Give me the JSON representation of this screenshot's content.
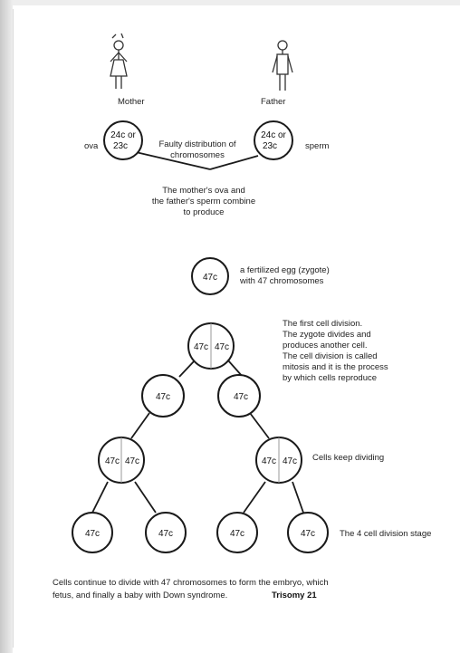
{
  "labels": {
    "mother": "Mother",
    "father": "Father",
    "mother_cell": [
      "24c or",
      "23c"
    ],
    "father_cell": [
      "24c or",
      "23c"
    ],
    "ova": "ova",
    "sperm": "sperm",
    "faulty": [
      "Faulty distribution of",
      "chromosomes"
    ],
    "combine": [
      "The mother's ova and",
      "the father's sperm combine",
      "to produce"
    ],
    "zygote_cell": "47c",
    "zygote_desc": [
      "a fertilized egg (zygote)",
      "with 47 chromosomes"
    ],
    "first_division_cells": [
      "47c",
      "47c"
    ],
    "first_division_desc": [
      "The first cell division.",
      "The zygote divides and",
      "produces another cell.",
      "The cell division is called",
      "mitosis and it is the process",
      "by which cells reproduce"
    ],
    "level2_cells": [
      "47c",
      "47c"
    ],
    "level3_left": [
      "47c",
      "47c"
    ],
    "level3_right": [
      "47c",
      "47c"
    ],
    "keep_dividing": "Cells keep dividing",
    "level4_cells": [
      "47c",
      "47c",
      "47c",
      "47c"
    ],
    "four_cell": "The 4 cell division stage",
    "footer": [
      "Cells continue to divide with 47 chromosomes to form the embryo, which",
      "fetus, and finally a baby with Down syndrome."
    ],
    "trisomy": "Trisomy 21"
  },
  "colors": {
    "ink": "#1a1a1a",
    "frame": "#c8c8c8"
  }
}
